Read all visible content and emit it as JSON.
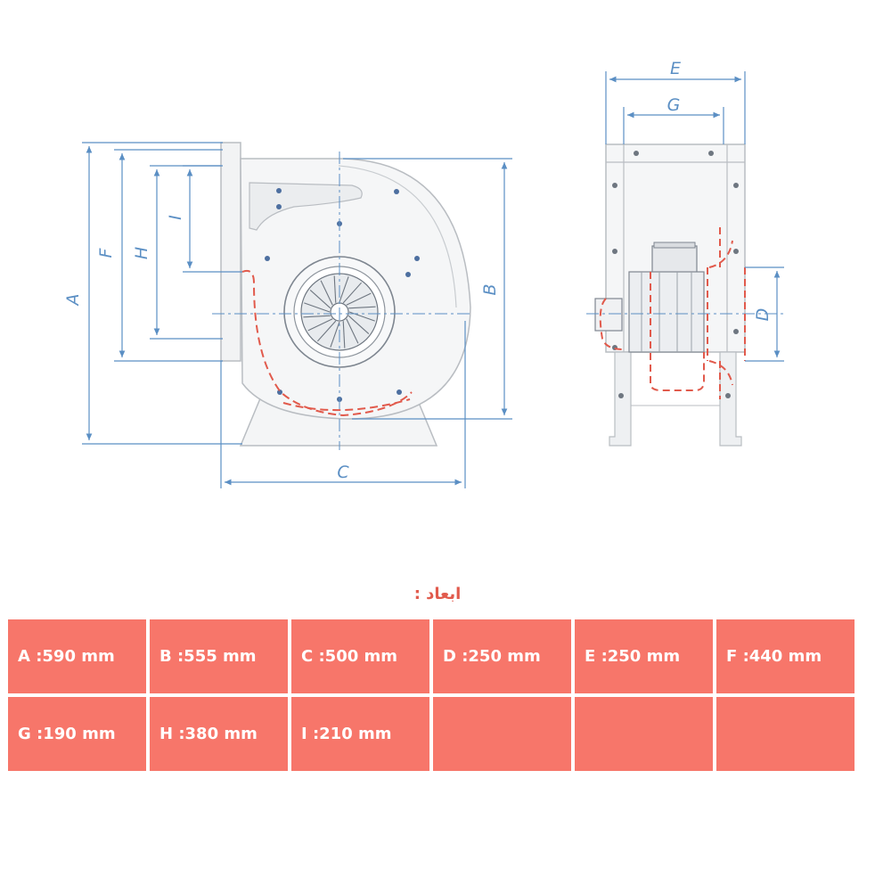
{
  "drawing": {
    "dimension_letters": {
      "A": "A",
      "B": "B",
      "C": "C",
      "D": "D",
      "E": "E",
      "F": "F",
      "G": "G",
      "H": "H",
      "I": "I"
    },
    "line_color": "#5b8fc4",
    "outline_color": "#b9bdc2",
    "accent_color": "#e15a4c"
  },
  "caption": "ابعاد :",
  "table": {
    "cell_color": "#f7766a",
    "rows": [
      [
        "A :590 mm",
        "B :555 mm",
        "C :500 mm",
        "D :250 mm",
        "E :250 mm",
        "F :440 mm"
      ],
      [
        "G :190 mm",
        "H :380 mm",
        "I :210 mm",
        "",
        "",
        ""
      ]
    ]
  }
}
